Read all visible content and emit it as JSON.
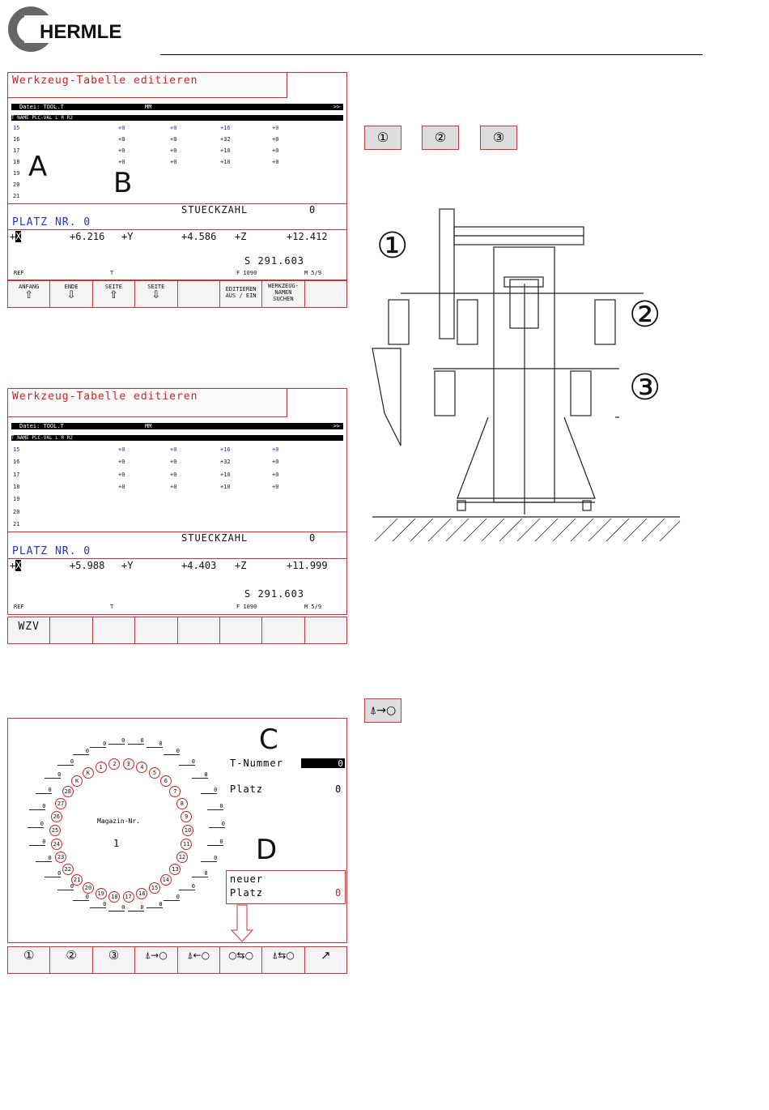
{
  "logo": {
    "text": "HERMLE"
  },
  "screen1": {
    "title": "Werkzeug-Tabelle editieren",
    "file_line": {
      "datei": "Datei: TOOL.T",
      "unit": "MM",
      "more": ">>"
    },
    "columns": [
      "T",
      "NAME",
      "PLC-VAL",
      "L",
      "R",
      "R2"
    ],
    "rows": [
      {
        "t": "15",
        "plc": "+0",
        "l": "+0",
        "r": "+16",
        "r2": "+0",
        "highlight": true
      },
      {
        "t": "16",
        "plc": "+0",
        "l": "+0",
        "r": "+32",
        "r2": "+0"
      },
      {
        "t": "17",
        "plc": "+0",
        "l": "+0",
        "r": "+10",
        "r2": "+0"
      },
      {
        "t": "18",
        "plc": "+0",
        "l": "+0",
        "r": "+10",
        "r2": "+0"
      },
      {
        "t": "19",
        "plc": "",
        "l": "",
        "r": "",
        "r2": ""
      },
      {
        "t": "20",
        "plc": "",
        "l": "",
        "r": "",
        "r2": ""
      },
      {
        "t": "21",
        "plc": "",
        "l": "",
        "r": "",
        "r2": ""
      }
    ],
    "letter_a": "A",
    "letter_b": "B",
    "stueckzahl_label": "STUECKZAHL",
    "stueckzahl_value": "0",
    "platz_label": "PLATZ  NR.  0",
    "x_label": "X",
    "x_value": "+6.216",
    "y_label": "Y",
    "y_value": "+4.586",
    "z_label": "Z",
    "z_value": "+12.412",
    "spindle": "S   291.603",
    "status_ref": "REF",
    "status_t": "T",
    "status_f": "F 1090",
    "status_m": "M 5/9"
  },
  "softkeys1": [
    {
      "label": "ANFANG",
      "arrow": "⇧"
    },
    {
      "label": "ENDE",
      "arrow": "⇩"
    },
    {
      "label": "SEITE",
      "arrow": "⇧"
    },
    {
      "label": "SEITE",
      "arrow": "⇩"
    },
    {
      "label": "",
      "arrow": ""
    },
    {
      "label": "EDITIEREN",
      "label2": "AUS / EIN"
    },
    {
      "label": "WERKZEUG-",
      "label2": "NAMEN",
      "label3": "SUCHEN"
    },
    {
      "label": "",
      "arrow": ""
    }
  ],
  "screen2": {
    "title": "Werkzeug-Tabelle editieren",
    "file_line": {
      "datei": "Datei: TOOL.T",
      "unit": "MM",
      "more": ">>"
    },
    "columns": [
      "T",
      "NAME",
      "PLC-VAL",
      "L",
      "R",
      "R2"
    ],
    "rows": [
      {
        "t": "15",
        "plc": "+0",
        "l": "+0",
        "r": "+16",
        "r2": "+0",
        "highlight": true
      },
      {
        "t": "16",
        "plc": "+0",
        "l": "+0",
        "r": "+32",
        "r2": "+0"
      },
      {
        "t": "17",
        "plc": "+0",
        "l": "+0",
        "r": "+10",
        "r2": "+0"
      },
      {
        "t": "18",
        "plc": "+0",
        "l": "+0",
        "r": "+10",
        "r2": "+0"
      },
      {
        "t": "19",
        "plc": "",
        "l": "",
        "r": "",
        "r2": ""
      },
      {
        "t": "20",
        "plc": "",
        "l": "",
        "r": "",
        "r2": ""
      },
      {
        "t": "21",
        "plc": "",
        "l": "",
        "r": "",
        "r2": ""
      }
    ],
    "stueckzahl_label": "STUECKZAHL",
    "stueckzahl_value": "0",
    "platz_label": "PLATZ  NR.  0",
    "x_label": "X",
    "x_value": "+5.988",
    "y_label": "Y",
    "y_value": "+4.403",
    "z_label": "Z",
    "z_value": "+11.999",
    "spindle": "S   291.603",
    "status_ref": "REF",
    "status_t": "T",
    "status_f": "F 1090",
    "status_m": "M 5/9"
  },
  "softkeys2": [
    "WZV",
    "",
    "",
    "",
    "",
    "",
    "",
    ""
  ],
  "magazine": {
    "letter_c": "C",
    "letter_d": "D",
    "t_nummer_label": "T-Nummer",
    "t_nummer_value": "0",
    "platz_label": "Platz",
    "platz_value": "0",
    "magazin_label": "Magazin-Nr.",
    "magazin_value": "1",
    "popup_line1": "neuer",
    "popup_line2": "Platz",
    "popup_value": "0",
    "pockets": [
      "1",
      "2",
      "3",
      "4",
      "5",
      "6",
      "7",
      "8",
      "9",
      "10",
      "11",
      "12",
      "13",
      "14",
      "15",
      "16",
      "17",
      "18",
      "19",
      "20",
      "21",
      "22",
      "23",
      "24",
      "25",
      "26",
      "27",
      "28",
      "K",
      "K"
    ],
    "pocket_value": "0"
  },
  "softkeys3": [
    "①",
    "②",
    "③",
    "⍋→○",
    "⍋←○",
    "○⇆○",
    "⍋⇆○",
    "↗"
  ],
  "right": {
    "buttons": [
      "①",
      "②",
      "③"
    ],
    "symbol_button": "⍋→○",
    "labels": {
      "one": "①",
      "two": "②",
      "three": "③"
    }
  },
  "colors": {
    "frame": "#cc3333",
    "accent_blue": "#2233cc",
    "highlight_red": "#cc2222"
  }
}
